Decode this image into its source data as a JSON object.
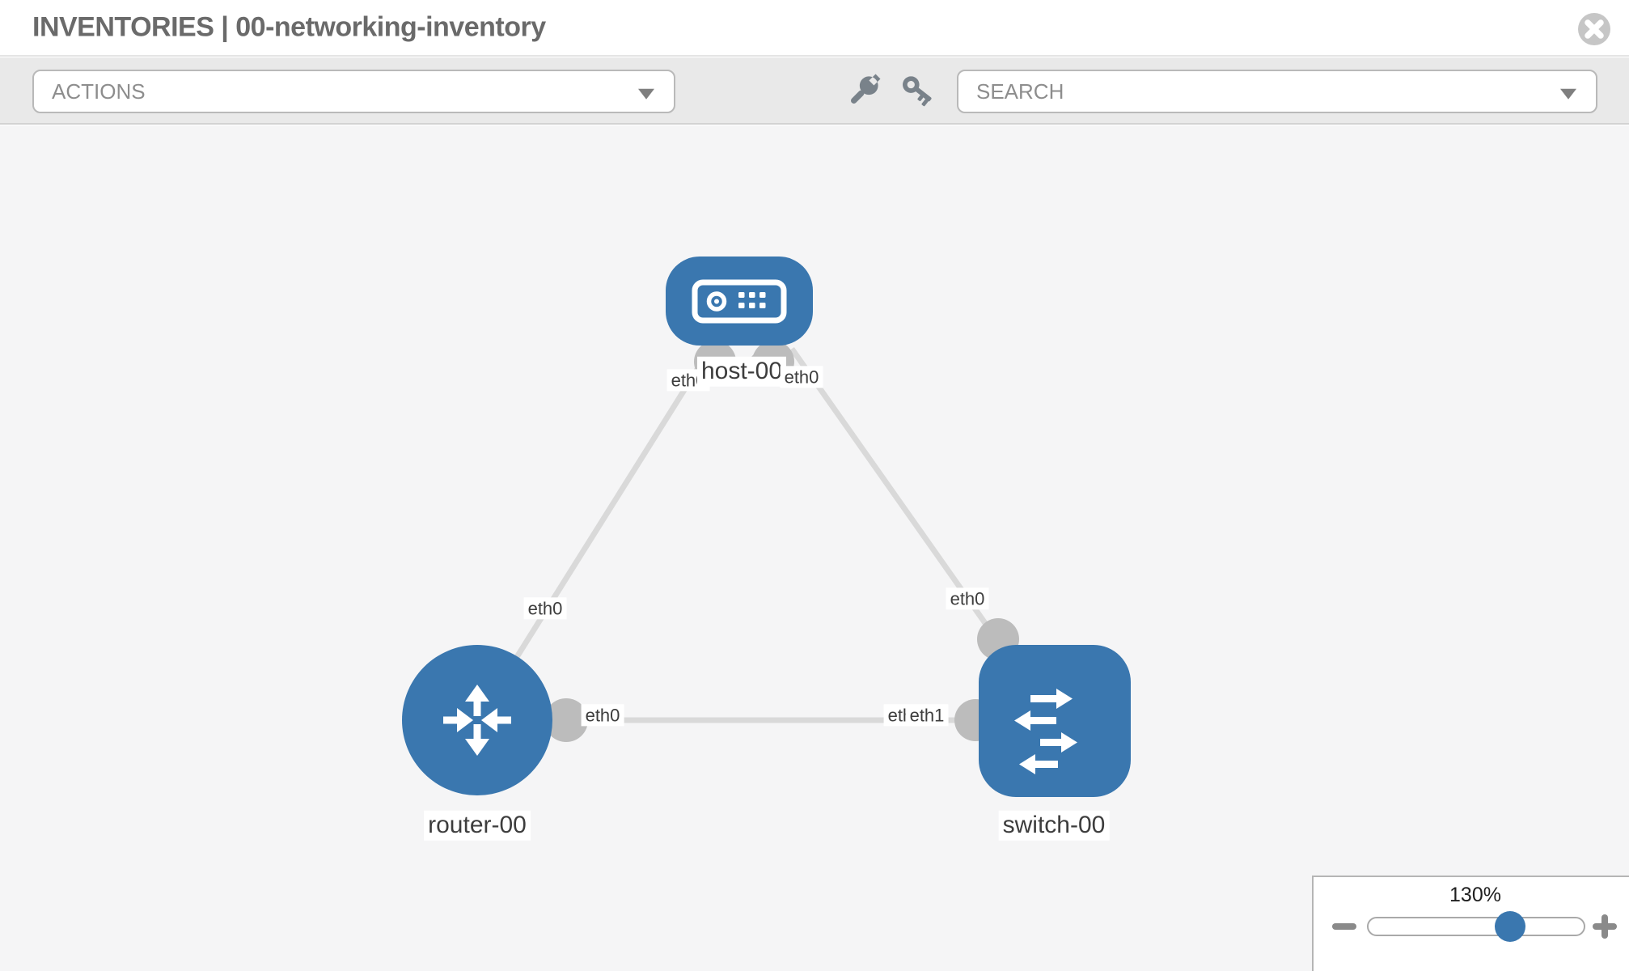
{
  "header": {
    "title": "INVENTORIES | 00-networking-inventory"
  },
  "toolbar": {
    "actions_label": "ACTIONS",
    "search_label": "SEARCH"
  },
  "canvas": {
    "node_labels": {
      "host": "host-00",
      "router": "router-00",
      "switch": "switch-00"
    },
    "port_labels": {
      "host_left": "eth0",
      "host_right": "eth0",
      "router_top": "eth0",
      "switch_top": "eth0",
      "router_right": "eth0",
      "switch_left_back": "eth0",
      "switch_left_front": "eth1"
    },
    "links": [
      {
        "from": "host-00",
        "to": "router-00",
        "from_if": "eth0",
        "to_if": "eth0"
      },
      {
        "from": "host-00",
        "to": "switch-00",
        "from_if": "eth0",
        "to_if": "eth0"
      },
      {
        "from": "router-00",
        "to": "switch-00",
        "from_if": "eth0",
        "to_if": "eth1"
      }
    ]
  },
  "zoom_control": {
    "value": "130%",
    "percent": 130
  },
  "icons": {
    "close": "circle-x-icon",
    "wrench": "wrench-icon",
    "key": "key-icon",
    "caret": "chevron-down-icon",
    "minus": "minus-icon",
    "plus": "plus-icon"
  },
  "colors": {
    "node_blue": "#3a77af",
    "link_gray": "#d9d9d9",
    "connector_gray": "#bcbcbc",
    "toolbar_bg": "#e9e9e9",
    "canvas_bg": "#f5f5f6",
    "accent_handle": "#3a77af"
  }
}
